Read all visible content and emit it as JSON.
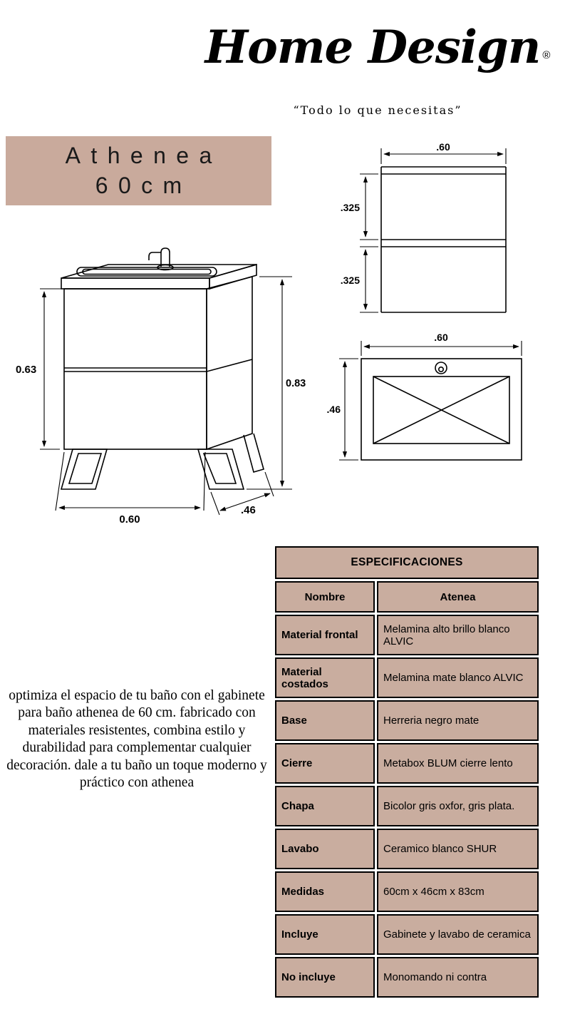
{
  "brand": {
    "name": "Home Design",
    "registered_mark": "®",
    "tagline": "“Todo lo que necesitas”"
  },
  "banner": {
    "line1": "Athenea",
    "line2": "60cm"
  },
  "drawings": {
    "front_view": {
      "height_cabinet": "0.63",
      "height_total": "0.83",
      "width": "0.60",
      "depth": ".46"
    },
    "side_view": {
      "width": ".60",
      "upper_section": ".325",
      "lower_section": ".325"
    },
    "top_view": {
      "width": ".60",
      "depth": ".46"
    }
  },
  "description": {
    "text": "optimiza el espacio de tu baño con el gabinete para baño athenea de 60 cm. fabricado con materiales resistentes, combina estilo y durabilidad para complementar cualquier decoración. dale a tu baño un toque moderno y práctico con athenea"
  },
  "spec_table": {
    "title": "ESPECIFICACIONES",
    "columns": {
      "name_header": "Nombre",
      "value_header": "Atenea"
    },
    "rows": [
      {
        "label": "Material frontal",
        "value": "Melamina alto brillo blanco ALVIC"
      },
      {
        "label": "Material costados",
        "value": "Melamina mate blanco ALVIC"
      },
      {
        "label": "Base",
        "value": "Herreria negro mate"
      },
      {
        "label": "Cierre",
        "value": "Metabox BLUM cierre lento"
      },
      {
        "label": "Chapa",
        "value": "Bicolor gris oxfor, gris plata."
      },
      {
        "label": "Lavabo",
        "value": "Ceramico blanco SHUR"
      },
      {
        "label": "Medidas",
        "value": "60cm x 46cm x 83cm"
      },
      {
        "label": "Incluye",
        "value": "Gabinete y lavabo de ceramica"
      },
      {
        "label": "No incluye",
        "value": "Monomando ni contra"
      }
    ]
  },
  "colors": {
    "accent": "#c9aa9c",
    "table_cell": "#c9ad9f",
    "ink": "#000000"
  }
}
